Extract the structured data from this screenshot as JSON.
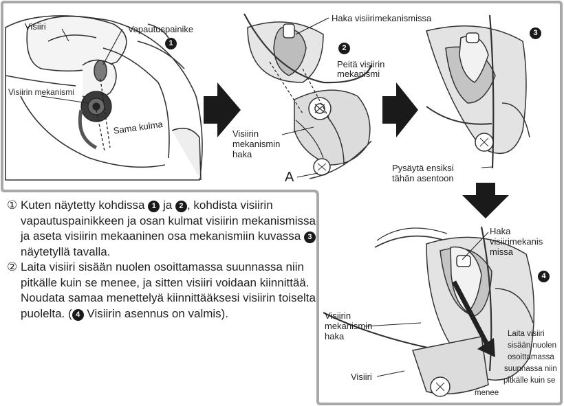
{
  "labels": {
    "visor": "Visiiri",
    "release_button": "Vapautuspainike",
    "visor_mechanism": "Visiirin mekanismi",
    "same_angle": "Sama kulma",
    "hook_in_mechanism": "Haka visiirimekanismissa",
    "cover_mechanism_1": "Peitä visiirin",
    "cover_mechanism_2": "mekanismi",
    "mech_hook_1": "Visiirin",
    "mech_hook_2": "mekanismin",
    "mech_hook_3": "haka",
    "point_a": "A",
    "stop_first_1": "Pysäytä ensiksi",
    "stop_first_2": "tähän asentoon",
    "hook_in_mechanism_p4_1": "Haka",
    "hook_in_mechanism_p4_2": "visiirimekanis",
    "hook_in_mechanism_p4_3": "missa",
    "mech_hook_p4_1": "Visiirin",
    "mech_hook_p4_2": "mekanismin",
    "mech_hook_p4_3": "haka",
    "insert_1": "Laita visiiri",
    "insert_2": "sisään nuolen",
    "insert_3": "osoittamassa",
    "insert_4": "suunnassa niin",
    "insert_5": "pitkälle kuin se",
    "insert_6": "menee",
    "visor_p4": "Visiiri"
  },
  "badges": {
    "b1": "1",
    "b2": "2",
    "b3": "3",
    "b4": "4"
  },
  "instructions": {
    "step1_num": "①",
    "step1_a": "Kuten näytetty kohdissa",
    "step1_b": "ja",
    "step1_c": ", kohdista visiirin vapautuspainikkeen ja osan  kulmat visiirin mekanismissa ja aseta visiirin mekaaninen osa mekanismiin kuvassa",
    "step1_d": "näytetyllä tavalla.",
    "step2_num": "②",
    "step2_a": "Laita visiiri sisään nuolen osoittamassa suunnassa niin pitkälle kuin se menee, ja sitten visiiri voidaan kiinnittää. Noudata samaa menettelyä kiinnittääksesi visiirin toiselta puolelta. (",
    "step2_b": "Visiirin asennus on valmis)."
  },
  "colors": {
    "frame": "#a8a8a8",
    "ink": "#222222",
    "arrow": "#1a1a1a",
    "grey_fill": "#c9c9c9"
  }
}
